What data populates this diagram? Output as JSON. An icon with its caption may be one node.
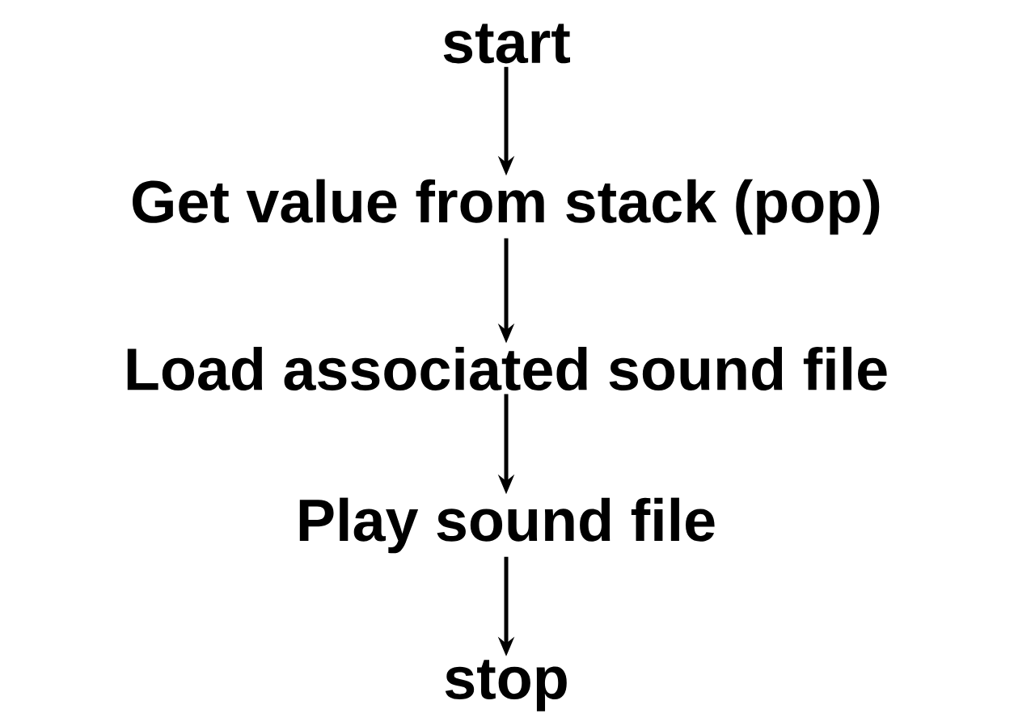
{
  "diagram": {
    "nodes": [
      {
        "text": [
          "start"
        ]
      },
      {
        "text": [
          "Get value from stack (pop)"
        ]
      },
      {
        "text": [
          "Load associated sound file"
        ]
      },
      {
        "text": [
          "Play sound file"
        ]
      },
      {
        "text": [
          "stop"
        ]
      }
    ],
    "edges": [
      {
        "from": 0,
        "to": 1,
        "arrow": "to"
      },
      {
        "from": 1,
        "to": 2,
        "arrow": "to"
      },
      {
        "from": 2,
        "to": 3,
        "arrow": "to"
      },
      {
        "from": 3,
        "to": 4,
        "arrow": "to"
      }
    ]
  }
}
